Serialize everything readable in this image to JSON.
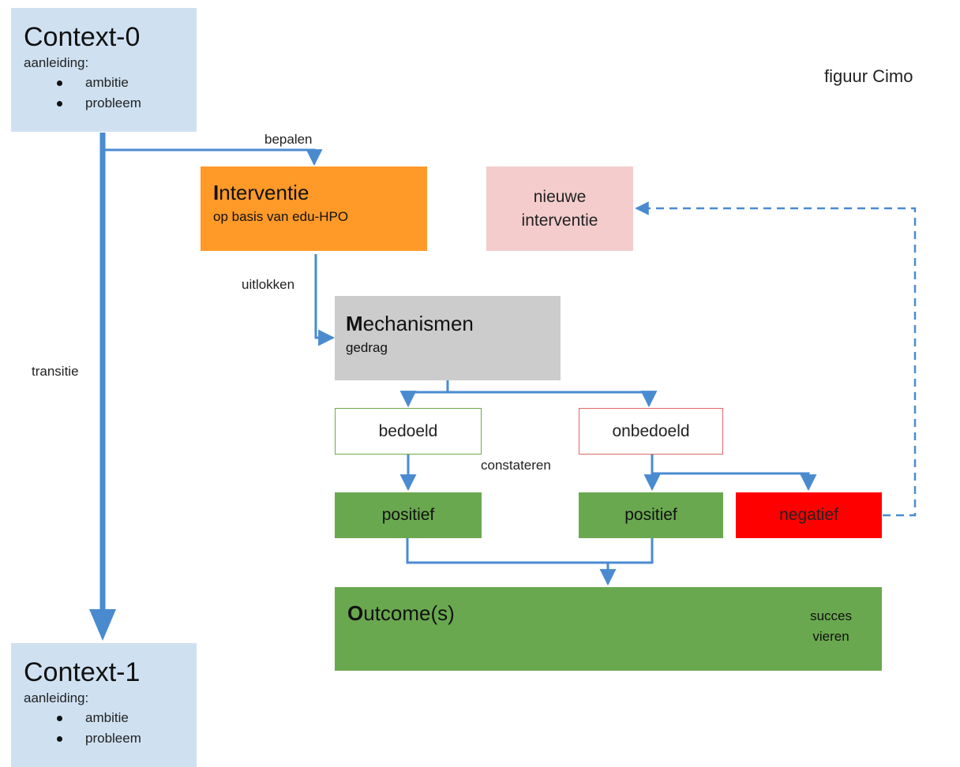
{
  "figure_label": "figuur Cimo",
  "context0": {
    "title": "Context-0",
    "subtitle": "aanleiding:",
    "items": [
      "ambitie",
      "probleem"
    ]
  },
  "context1": {
    "title": "Context-1",
    "subtitle": "aanleiding:",
    "items": [
      "ambitie",
      "probleem"
    ]
  },
  "interventie": {
    "title_first": "I",
    "title_rest": "nterventie",
    "subtitle": "op basis van edu-HPO"
  },
  "nieuwe_interventie": {
    "line1": "nieuwe",
    "line2": "interventie"
  },
  "mechanismen": {
    "title_first": "M",
    "title_rest": "echanismen",
    "subtitle": "gedrag"
  },
  "bedoeld": "bedoeld",
  "onbedoeld": "onbedoeld",
  "positief_left": "positief",
  "positief_right": "positief",
  "negatief": "negatief",
  "outcome": {
    "title_first": "O",
    "title_rest": "utcome(s)",
    "side_line1": "succes",
    "side_line2": "vieren"
  },
  "labels": {
    "bepalen": "bepalen",
    "uitlokken": "uitlokken",
    "transitie": "transitie",
    "constateren": "constateren"
  },
  "colors": {
    "context": "#cfe1f1",
    "interventie": "#ff9a29",
    "nieuwe_interventie": "#f4cccc",
    "mechanismen": "#cccccc",
    "positief": "#6aa84f",
    "negatief": "#ff0000",
    "arrow": "#4a8bd0"
  }
}
